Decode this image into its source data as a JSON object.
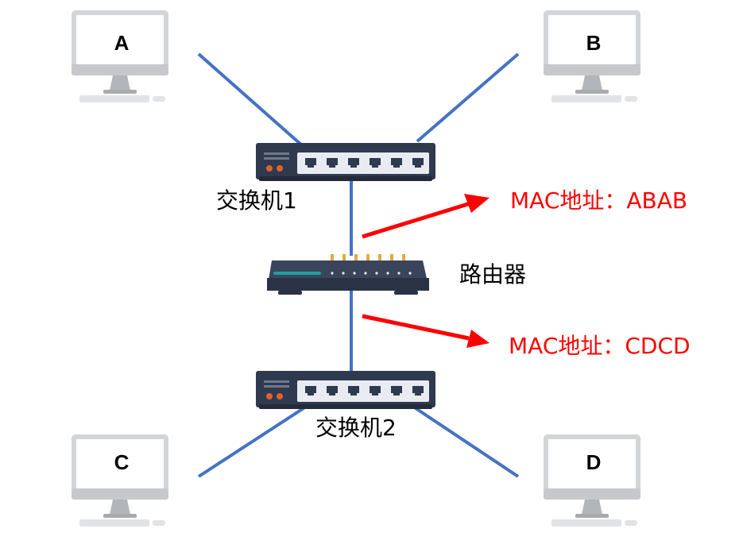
{
  "computers": {
    "a": {
      "label": "A"
    },
    "b": {
      "label": "B"
    },
    "c": {
      "label": "C"
    },
    "d": {
      "label": "D"
    }
  },
  "switch1": {
    "label": "交换机1"
  },
  "switch2": {
    "label": "交换机2"
  },
  "router": {
    "label": "路由器"
  },
  "mac_top": {
    "label": "MAC地址：ABAB"
  },
  "mac_bottom": {
    "label": "MAC地址：CDCD"
  },
  "colors": {
    "link": "#4472c4",
    "annotation": "#ff0000",
    "device_body": "#2f3a4f",
    "monitor_frame": "#c6c8cc"
  }
}
